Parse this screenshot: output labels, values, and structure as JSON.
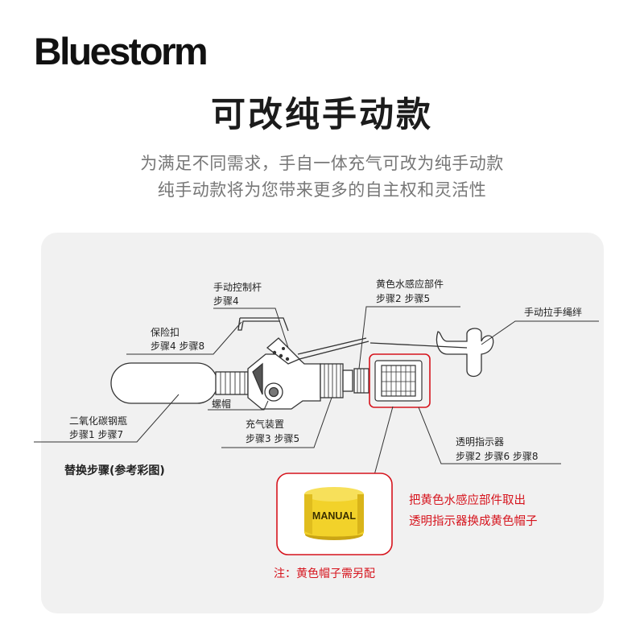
{
  "brand": "Bluestorm",
  "title": "可改纯手动款",
  "subtitle": [
    "为满足不同需求，手自一体充气可改为纯手动款",
    "纯手动款将为您带来更多的自主权和灵活性"
  ],
  "labels": {
    "manual_lever": "手动控制杆",
    "manual_lever_step": "步骤4",
    "safety_clip": "保险扣",
    "safety_clip_step": "步骤4 步骤8",
    "co2_bottle": "二氧化碳钢瓶",
    "co2_bottle_step": "步骤1  步骤7",
    "nut_cap": "螺帽",
    "inflator": "充气装置",
    "inflator_step": "步骤3 步骤5",
    "water_sensor": "黄色水感应部件",
    "water_sensor_step": "步骤2  步骤5",
    "pull_cord": "手动拉手绳绊",
    "indicator": "透明指示器",
    "indicator_step": "步骤2  步骤6  步骤8"
  },
  "steps_title": "替换步骤(参考彩图)",
  "cap_text": "MANUAL",
  "instruction": [
    "把黄色水感应部件取出",
    "透明指示器换成黄色帽子"
  ],
  "note": "注：黄色帽子需另配",
  "colors": {
    "accent_red": "#d6141d",
    "cap_yellow": "#f2d22a",
    "panel_bg": "#f1f1f1"
  }
}
